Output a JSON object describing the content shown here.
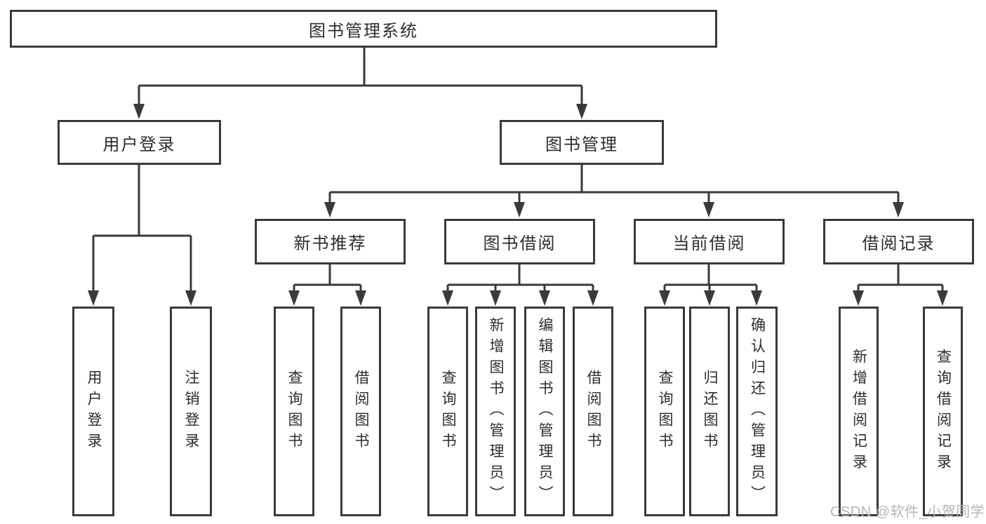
{
  "colors": {
    "line": "#3a3a3a",
    "text": "#2d2d2d",
    "watermark": "#b5b5b5",
    "background": "#ffffff"
  },
  "watermark": {
    "text": "CSDN @软件_小贺同学"
  },
  "tree": {
    "root": {
      "label": "图书管理系统",
      "children": [
        {
          "label": "用户登录",
          "children": [
            {
              "label": "用户登录"
            },
            {
              "label": "注销登录"
            }
          ]
        },
        {
          "label": "图书管理",
          "children": [
            {
              "label": "新书推荐",
              "children": [
                {
                  "label": "查询图书"
                },
                {
                  "label": "借阅图书"
                }
              ]
            },
            {
              "label": "图书借阅",
              "children": [
                {
                  "label": "查询图书"
                },
                {
                  "label": "新增图书（管理员）"
                },
                {
                  "label": "编辑图书（管理员）"
                },
                {
                  "label": "借阅图书"
                }
              ]
            },
            {
              "label": "当前借阅",
              "children": [
                {
                  "label": "查询图书"
                },
                {
                  "label": "归还图书"
                },
                {
                  "label": "确认归还（管理员）"
                }
              ]
            },
            {
              "label": "借阅记录",
              "children": [
                {
                  "label": "新增借阅记录"
                },
                {
                  "label": "查询借阅记录"
                }
              ]
            }
          ]
        }
      ]
    }
  }
}
